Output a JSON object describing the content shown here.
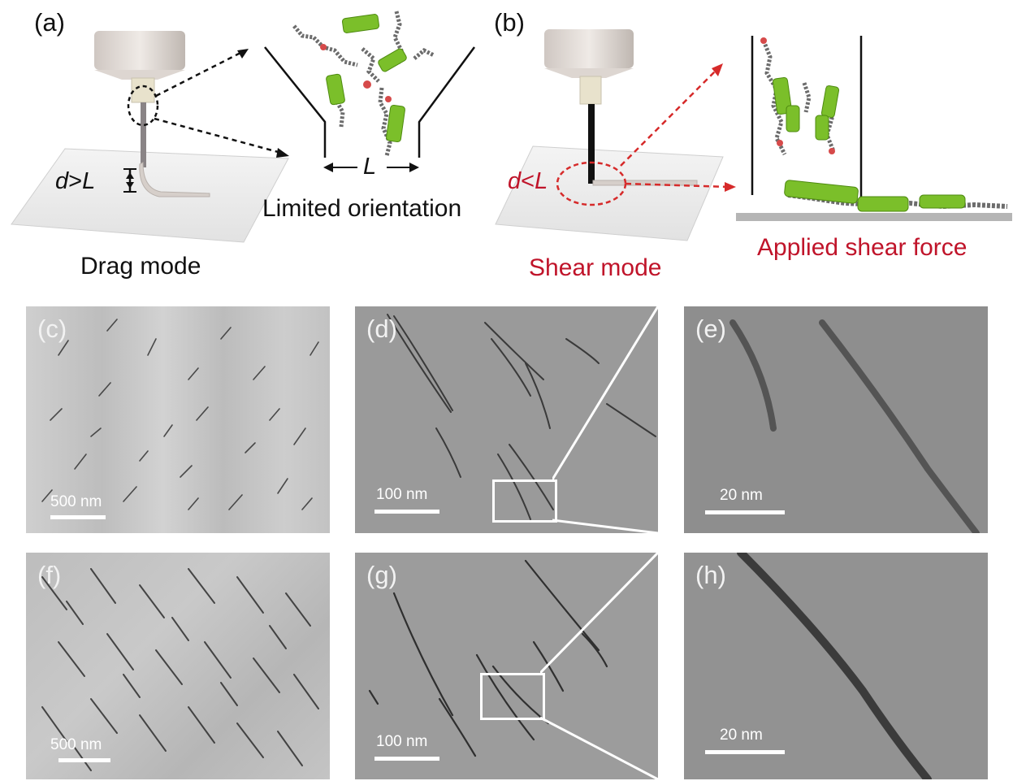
{
  "schematic": {
    "a": {
      "panel_label": "(a)",
      "equation_left": "d",
      "equation_op": ">",
      "equation_right": "L",
      "length_label": "L",
      "orientation_caption": "Limited orientation",
      "mode_caption": "Drag mode"
    },
    "b": {
      "panel_label": "(b)",
      "equation_left": "d",
      "equation_op": "<",
      "equation_right": "L",
      "mode_caption": "Shear mode",
      "force_caption": "Applied shear force"
    }
  },
  "micrographs": [
    {
      "id": "c",
      "label": "(c)",
      "scale": "500 nm"
    },
    {
      "id": "d",
      "label": "(d)",
      "scale": "100 nm"
    },
    {
      "id": "e",
      "label": "(e)",
      "scale": "20 nm"
    },
    {
      "id": "f",
      "label": "(f)",
      "scale": "500 nm"
    },
    {
      "id": "g",
      "label": "(g)",
      "scale": "100 nm"
    },
    {
      "id": "h",
      "label": "(h)",
      "scale": "20 nm"
    }
  ],
  "colors": {
    "accent_red": "#c0142a",
    "tem_gray_light": "#c9c9c9",
    "tem_gray_mid": "#8e8e8e",
    "molecule_green": "#7bbf2a"
  }
}
